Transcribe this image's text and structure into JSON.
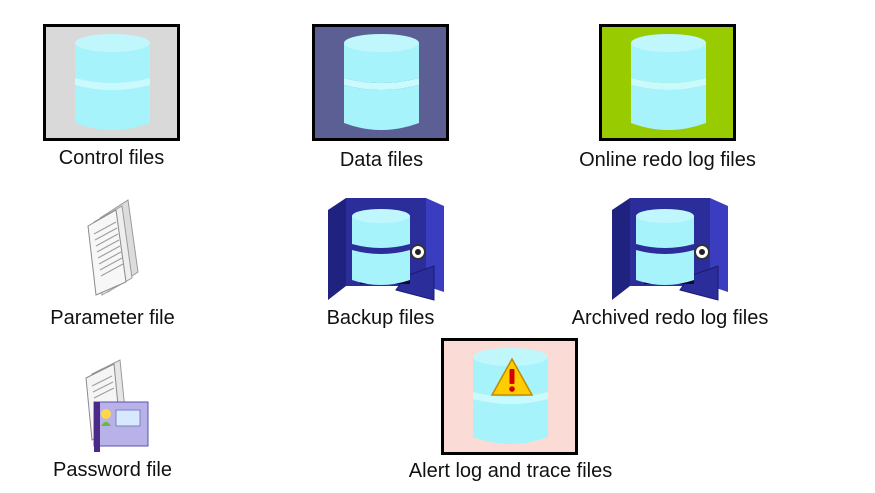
{
  "items": {
    "control_files": {
      "label": "Control files",
      "bg": "#d9d9d9"
    },
    "data_files": {
      "label": "Data files",
      "bg": "#5b5f93"
    },
    "online_redo": {
      "label": "Online redo log  files",
      "bg": "#99cc00"
    },
    "parameter_file": {
      "label": "Parameter file"
    },
    "backup_files": {
      "label": "Backup files"
    },
    "archived_redo": {
      "label": "Archived redo log files"
    },
    "password_file": {
      "label": "Password file"
    },
    "alert_log": {
      "label": "Alert log  and trace files",
      "bg": "#fadbd6"
    }
  },
  "colors": {
    "cylinder": "#a6f3fb",
    "cylinder_top": "#bff7fd",
    "safe": "#2a2d9a",
    "warning": "#ffcc00"
  }
}
